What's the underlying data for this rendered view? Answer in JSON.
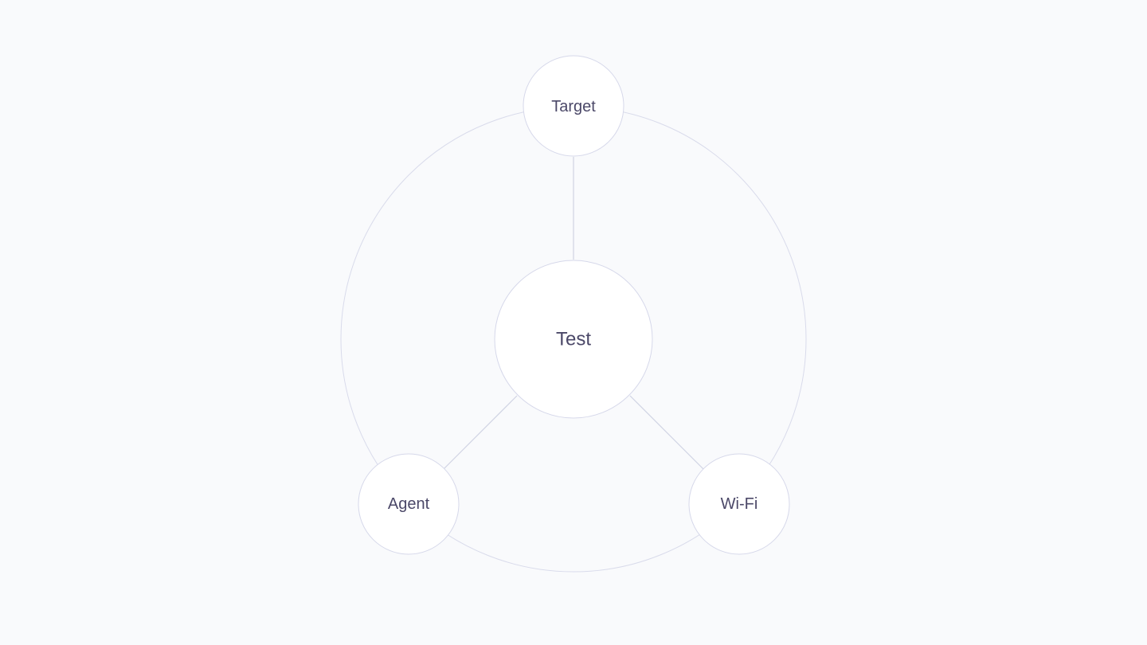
{
  "diagram": {
    "colors": {
      "background": "#f9fafc",
      "node_fill": "#ffffff",
      "node_stroke": "#d6d8ea",
      "ring_stroke": "#d9dbeb",
      "spoke_stroke": "#d0d3e3",
      "label": "#4b4868"
    },
    "center_node": {
      "label": "Test"
    },
    "outer_nodes": [
      {
        "id": "target",
        "label": "Target"
      },
      {
        "id": "agent",
        "label": "Agent"
      },
      {
        "id": "wifi",
        "label": "Wi-Fi"
      }
    ]
  }
}
